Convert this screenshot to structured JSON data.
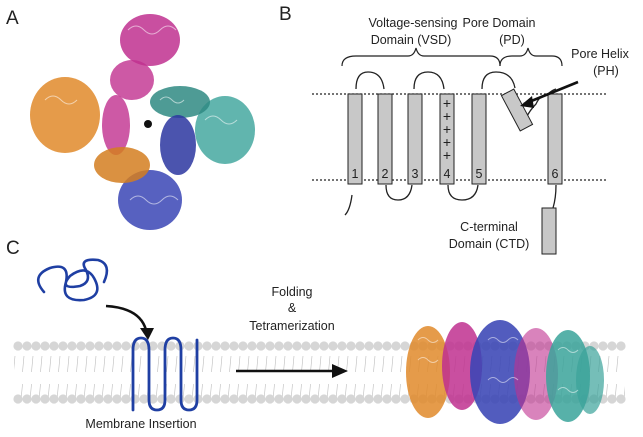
{
  "panels": {
    "a": "A",
    "b": "B",
    "c": "C"
  },
  "panel_b": {
    "vsd_label_line1": "Voltage-sensing",
    "vsd_label_line2": "Domain (VSD)",
    "pd_label_line1": "Pore Domain",
    "pd_label_line2": "(PD)",
    "ph_label_line1": "Pore Helix",
    "ph_label_line2": "(PH)",
    "ctd_label_line1": "C-terminal",
    "ctd_label_line2": "Domain (CTD)",
    "segments": [
      "1",
      "2",
      "3",
      "4",
      "5",
      "6"
    ],
    "charges": [
      "+",
      "+",
      "+",
      "+",
      "+"
    ]
  },
  "panel_c": {
    "step1_label": "Membrane Insertion",
    "step2_line1": "Folding",
    "step2_line2": "&",
    "step2_line3": "Tetramerization"
  },
  "colors": {
    "subunit_magenta": "#c0308f",
    "subunit_teal": "#3aa39a",
    "subunit_blue": "#3a45b5",
    "subunit_orange": "#e08a2a",
    "membrane_bead": "#d6d6d6",
    "helix_fill": "#c8c8c8"
  }
}
